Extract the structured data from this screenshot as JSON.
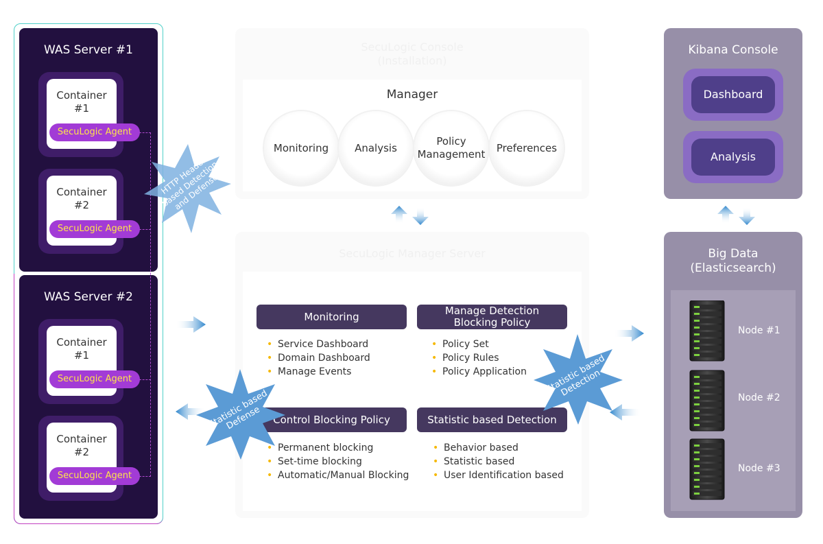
{
  "was_servers": [
    {
      "title": "WAS Server #1",
      "containers": [
        {
          "label": "Container\n#1",
          "agent": "SecuLogic Agent"
        },
        {
          "label": "Container\n#2",
          "agent": "SecuLogic Agent"
        }
      ]
    },
    {
      "title": "WAS Server #2",
      "containers": [
        {
          "label": "Container\n#1",
          "agent": "SecuLogic Agent"
        },
        {
          "label": "Container\n#2",
          "agent": "SecuLogic Agent"
        }
      ]
    }
  ],
  "console": {
    "title": "SecuLogic Console\n(Installation)",
    "manager_title": "Manager",
    "circles": [
      "Monitoring",
      "Analysis",
      "Policy\nManagement",
      "Preferences"
    ]
  },
  "server": {
    "title": "SecuLogic Manager Server",
    "sections": [
      {
        "header": "Monitoring",
        "items": [
          "Service Dashboard",
          "Domain Dashboard",
          "Manage Events"
        ]
      },
      {
        "header": "Manage Detection\nBlocking Policy",
        "items": [
          "Policy Set",
          "Policy Rules",
          "Policy Application"
        ]
      },
      {
        "header": "Control Blocking Policy",
        "items": [
          "Permanent blocking",
          "Set-time blocking",
          "Automatic/Manual Blocking"
        ]
      },
      {
        "header": "Statistic based Detection",
        "items": [
          "Behavior based",
          "Statistic based",
          "User Identification based"
        ]
      }
    ]
  },
  "kibana": {
    "title": "Kibana Console",
    "buttons": [
      "Dashboard",
      "Analysis"
    ]
  },
  "bigdata": {
    "title": "Big Data\n(Elasticsearch)",
    "nodes": [
      "Node #1",
      "Node #2",
      "Node #3"
    ]
  },
  "bursts": {
    "http": "HTTP Header\nbased Detection\nand Defense",
    "defense": "Statistic based\nDefense",
    "detection": "Statistic based\nDetection"
  },
  "colors": {
    "was_bg": "#22103f",
    "agent": "#a23bd6",
    "agent_text": "#ffe54a",
    "header": "#45385f",
    "right_panel": "#978fa8",
    "burst": "#6fa8dc",
    "arrow": "#3f8fd0"
  }
}
